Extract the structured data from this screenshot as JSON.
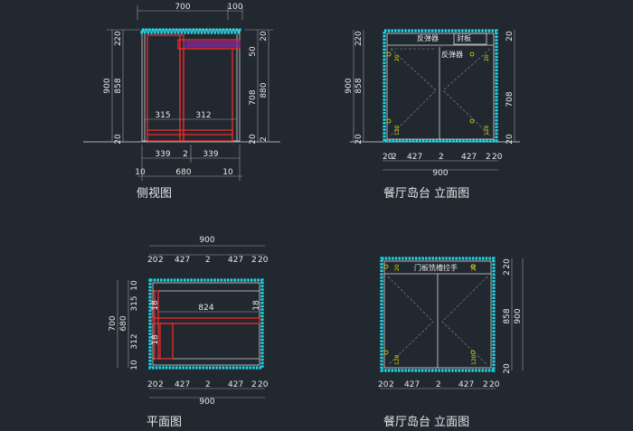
{
  "side_view": {
    "title": "侧视图",
    "dims": {
      "top_w": "700",
      "top_ext": "100",
      "h_total": "900",
      "h_mid": "858",
      "h_top": "20",
      "h_gap": "2",
      "h_bot": "20",
      "r_top": "20",
      "r_mid": "50",
      "r_880": "880",
      "r_708": "708",
      "r_20": "20",
      "r_2": "2",
      "w_left": "315",
      "w_right": "312",
      "b_left": "339",
      "b_mid": "2",
      "b_right": "339",
      "b_edge_l": "10",
      "b_total": "680",
      "b_edge_r": "10"
    }
  },
  "elev_1": {
    "title": "餐厅岛台  立面图",
    "labels": {
      "reflector_1": "反弹器",
      "seal_board": "封板",
      "reflector_2": "反弹器"
    },
    "tags": [
      "20",
      "120",
      "20",
      "120"
    ],
    "dims": {
      "h_total": "900",
      "h_mid": "858",
      "h_top": "20",
      "h_gap": "2",
      "h_bot": "20",
      "r_top": "20",
      "r_708": "708",
      "r_20": "20",
      "b_20a": "20",
      "b_2a": "2",
      "b_427a": "427",
      "b_2mid": "2",
      "b_427b": "427",
      "b_2b": "2",
      "b_20b": "20",
      "b_total": "900"
    }
  },
  "plan": {
    "title": "平面图",
    "dims": {
      "t_total": "900",
      "t_20a": "20",
      "t_2a": "2",
      "t_427a": "427",
      "t_2mid": "2",
      "t_427b": "427",
      "t_2b": "2",
      "t_20b": "20",
      "l_700": "700",
      "l_680": "680",
      "l_10a": "10",
      "l_315": "315",
      "l_312": "312",
      "l_10b": "10",
      "l_18a": "18",
      "l_18b": "18",
      "r_18": "18",
      "w_824": "824",
      "b_20a": "20",
      "b_2a": "2",
      "b_427a": "427",
      "b_2mid": "2",
      "b_427b": "427",
      "b_2b": "2",
      "b_20b": "20",
      "b_total": "900"
    }
  },
  "elev_2": {
    "title": "餐厅岛台  立面图",
    "labels": {
      "door_handle": "门板铣槽拉手"
    },
    "tags": [
      "20",
      "120",
      "20",
      "120"
    ],
    "dims": {
      "r_20": "20",
      "r_2": "2",
      "r_858": "858",
      "r_900": "900",
      "r_20b": "20",
      "b_20a": "20",
      "b_2a": "2",
      "b_427a": "427",
      "b_2mid": "2",
      "b_427b": "427",
      "b_2b": "2",
      "b_20b": "20"
    }
  }
}
